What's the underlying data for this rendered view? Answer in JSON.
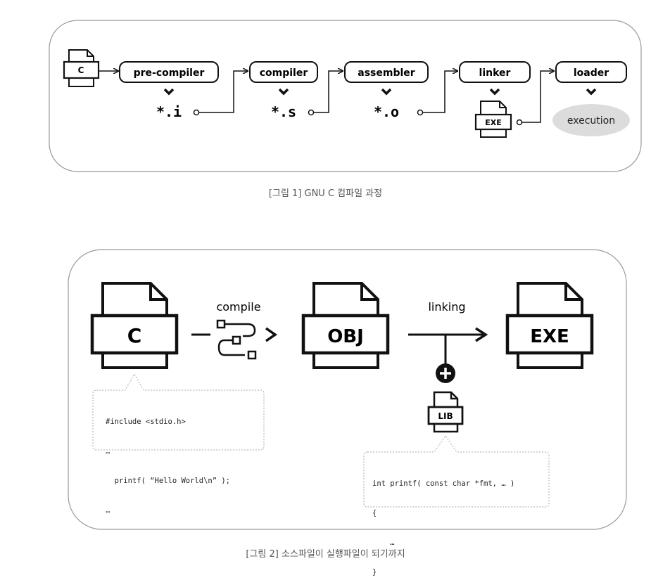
{
  "figure1": {
    "source_label": "C",
    "stages": [
      {
        "label": "pre-compiler",
        "output": "*.i"
      },
      {
        "label": "compiler",
        "output": "*.s"
      },
      {
        "label": "assembler",
        "output": "*.o"
      },
      {
        "label": "linker",
        "output": "EXE"
      },
      {
        "label": "loader",
        "output": "execution"
      }
    ],
    "caption": "[그림 1] GNU C 컴파일 과정"
  },
  "figure2": {
    "source_label": "C",
    "compile_label": "compile",
    "obj_label": "OBJ",
    "linking_label": "linking",
    "exe_label": "EXE",
    "lib_label": "LIB",
    "source_code": [
      "#include <stdio.h>",
      "…",
      "  printf( “Hello World\\n” );",
      "…"
    ],
    "lib_code": [
      "int printf( const char *fmt, … )",
      "{",
      "    …",
      "}"
    ],
    "caption": "[그림 2] 소스파일이 실행파일이 되기까지"
  }
}
